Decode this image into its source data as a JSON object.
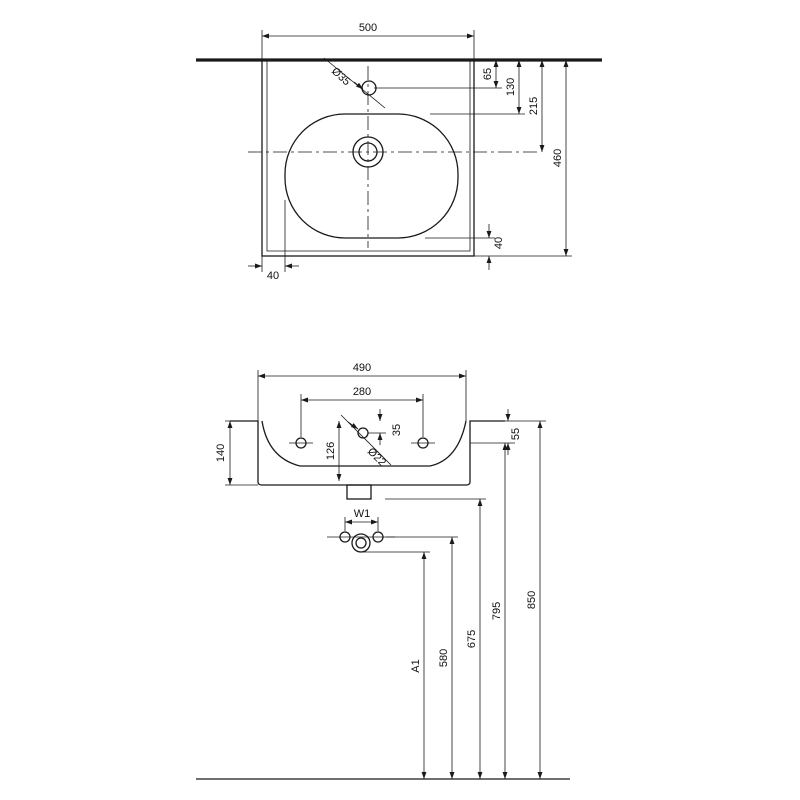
{
  "plan_view": {
    "width": "500",
    "depth": "460",
    "tap_hole_offset": "65",
    "tap_hole_diameter": "Ø35",
    "dim_130": "130",
    "drain_offset": "215",
    "front_margin": "40",
    "side_margin": "40"
  },
  "front_view": {
    "width": "490",
    "tap_spacing": "280",
    "height": "140",
    "dim_126": "126",
    "dim_35": "35",
    "overflow_diameter": "Ø22",
    "dim_55": "55",
    "valve_width": "W1",
    "dim_a1": "A1",
    "height_580": "580",
    "height_675": "675",
    "height_795": "795",
    "height_850": "850"
  }
}
